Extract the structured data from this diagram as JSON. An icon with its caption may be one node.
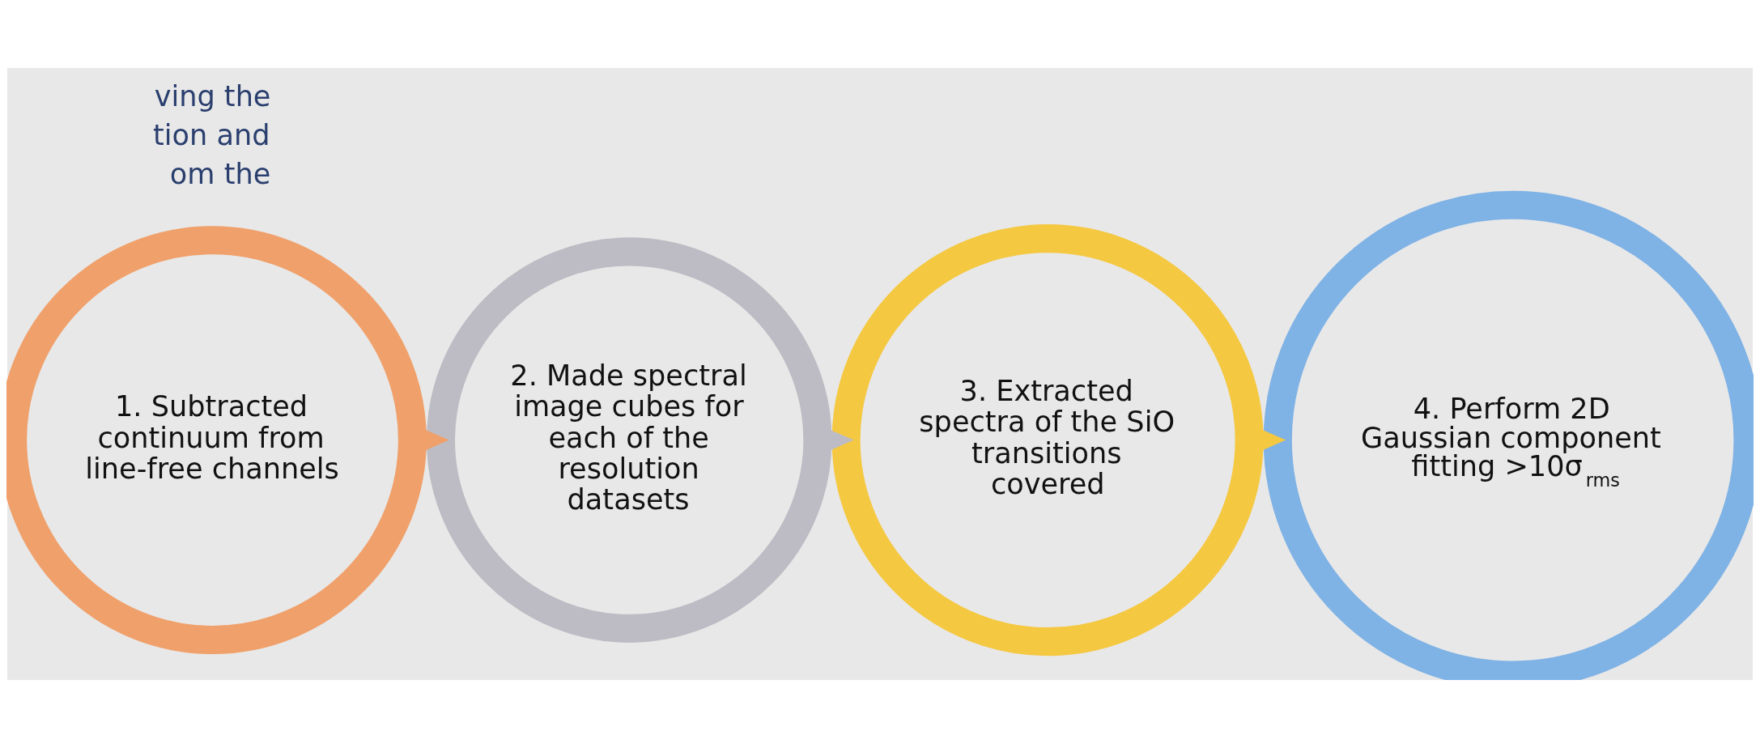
{
  "diagram": {
    "nodes": [
      {
        "text": [
          "1. Subtracted continuum from line-free channels"
        ]
      },
      {
        "text": [
          "2. Made spectral image cubes for each of the resolution datasets"
        ]
      },
      {
        "text": [
          "3. Extracted spectra of the SiO transitions covered"
        ]
      },
      {
        "text": [
          "4. Perform 2D Gaussian component fitting >10σ$_{rms}$"
        ]
      }
    ],
    "edges": [
      {
        "from": 0,
        "to": 1,
        "arrow": "to"
      },
      {
        "from": 1,
        "to": 2,
        "arrow": "to"
      },
      {
        "from": 2,
        "to": 3,
        "arrow": "to"
      }
    ],
    "labels": [
      "ving the",
      "tion and",
      "om the"
    ]
  }
}
